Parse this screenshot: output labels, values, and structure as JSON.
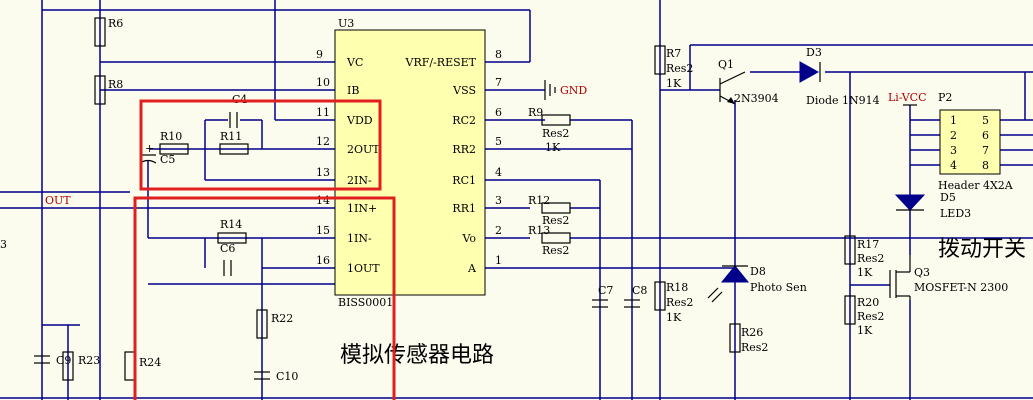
{
  "ic_u3": {
    "ref": "U3",
    "part": "BISS0001",
    "pins_left": [
      {
        "num": "9",
        "name": "VC"
      },
      {
        "num": "10",
        "name": "IB"
      },
      {
        "num": "11",
        "name": "VDD"
      },
      {
        "num": "12",
        "name": "2OUT"
      },
      {
        "num": "13",
        "name": "2IN-"
      },
      {
        "num": "14",
        "name": "1IN+"
      },
      {
        "num": "15",
        "name": "1IN-"
      },
      {
        "num": "16",
        "name": "1OUT"
      }
    ],
    "pins_right": [
      {
        "num": "8",
        "name": "VRF/-RESET"
      },
      {
        "num": "7",
        "name": "VSS"
      },
      {
        "num": "6",
        "name": "RC2"
      },
      {
        "num": "5",
        "name": "RR2"
      },
      {
        "num": "4",
        "name": "RC1"
      },
      {
        "num": "3",
        "name": "RR1"
      },
      {
        "num": "2",
        "name": "Vo"
      },
      {
        "num": "1",
        "name": "A"
      }
    ]
  },
  "labels": {
    "r6": "R6",
    "r8": "R8",
    "c4": "C4",
    "r10": "R10",
    "r11": "R11",
    "c5": "C5",
    "out": "OUT",
    "r14": "R14",
    "c6": "C6",
    "r22": "R22",
    "c10": "C10",
    "c9": "C9",
    "r23": "R23",
    "r24": "R24",
    "gnd": "GND",
    "r9": "R9",
    "r9_val": "Res2",
    "r9_val2": "1K",
    "r12": "R12",
    "r12_val": "Res2",
    "r13": "R13",
    "r13_val": "Res2",
    "c7": "C7",
    "c8": "C8",
    "r7": "R7",
    "r7_val": "Res2",
    "r7_val2": "1K",
    "r18": "R18",
    "r18_val": "Res2",
    "r18_val2": "1K",
    "q1": "Q1",
    "q1_part": "2N3904",
    "d3": "D3",
    "d3_part": "Diode 1N914",
    "d8": "D8",
    "d8_part": "Photo Sen",
    "r26": "R26",
    "r26_val": "Res2",
    "li_vcc": "Li-VCC",
    "p2": "P2",
    "p2_part": "Header 4X2A",
    "p2_left": [
      "1",
      "2",
      "3",
      "4"
    ],
    "p2_right": [
      "5",
      "6",
      "7",
      "8"
    ],
    "d5": "D5",
    "d5_part": "LED3",
    "r17": "R17",
    "r17_val": "Res2",
    "r17_val2": "1K",
    "r20": "R20",
    "r20_val": "Res2",
    "r20_val2": "1K",
    "q3": "Q3",
    "q3_part": "MOSFET-N 2300",
    "switch_text": "拨动开关",
    "sensor_text": "模拟传感器电路",
    "edge_3": "3"
  },
  "colors": {
    "background": "#fbfbee",
    "wire": "#00008b",
    "ic_fill": "#ffffb0",
    "highlight": "#e02020",
    "net_label": "#b00000"
  }
}
